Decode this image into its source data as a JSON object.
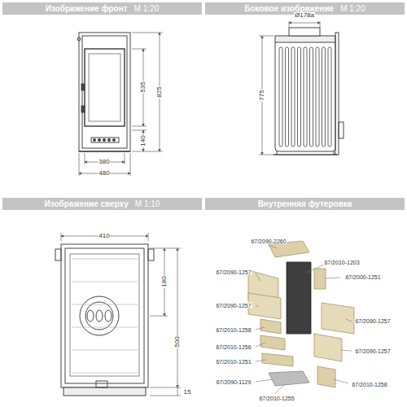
{
  "diagram": {
    "nodes": [
      {
        "text": [
          "Изображение фронт",
          "M 1:20"
        ]
      },
      {
        "text": [
          "Боковое изображение",
          "M 1:20"
        ]
      },
      {
        "text": [
          "Изображение сверху",
          "M 1:10"
        ]
      },
      {
        "text": [
          "Внутренняя футеровка"
        ]
      }
    ],
    "labels": [
      "535",
      "825",
      "140",
      "380",
      "480",
      "Ø178a",
      "775",
      "410",
      "180",
      "500",
      "15",
      "67/2090-2260",
      "67/2010-1203",
      "67/2090-1257",
      "67/2000-1251",
      "67/2090-1257",
      "67/2090-1257",
      "67/2010-1258",
      "67/2010-1256",
      "67/2090-1257",
      "67/2010-1251",
      "67/2090-1129",
      "67/2010-1258",
      "67/2010-1255"
    ]
  }
}
